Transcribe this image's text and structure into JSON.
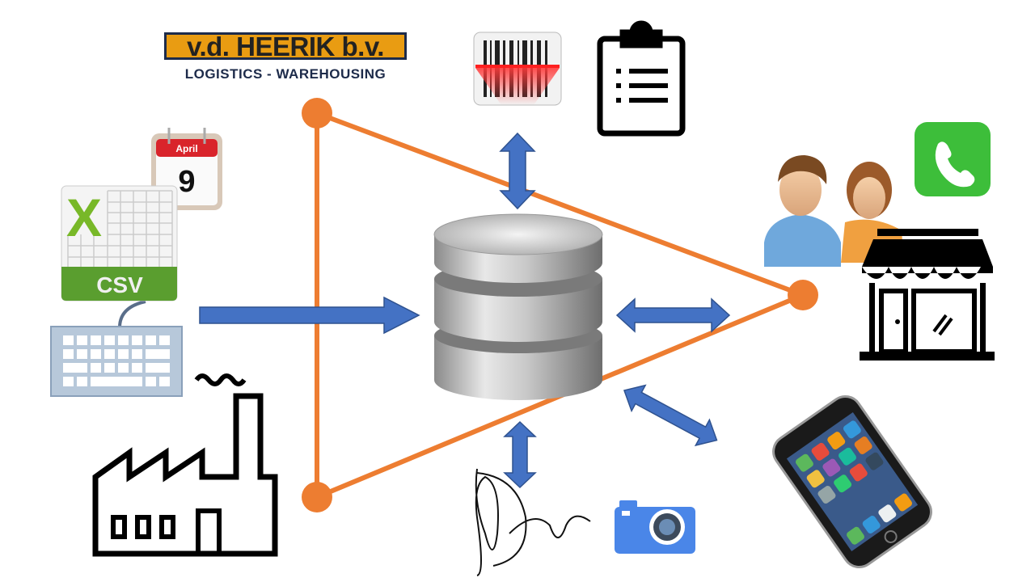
{
  "logo": {
    "name": "v.d. HEERIK b.v.",
    "tagline": "LOGISTICS - WAREHOUSING"
  },
  "calendar": {
    "month": "April",
    "day": "9"
  },
  "csv_file": {
    "letter": "X",
    "label": "CSV"
  },
  "colors": {
    "triangle": "#ED7D31",
    "arrow": "#4472C4",
    "arrow_outline": "#2F528F",
    "csv_green": "#5A9E2F",
    "calendar_red": "#D9242B",
    "phone_green": "#3DBE3A",
    "camera_blue": "#4A86E8"
  }
}
